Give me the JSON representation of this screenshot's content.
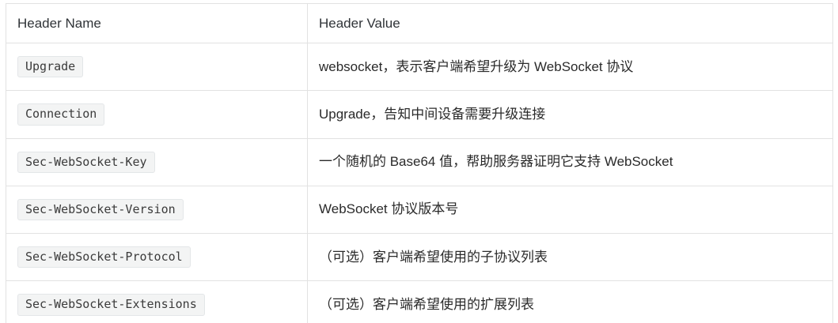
{
  "table": {
    "columns": [
      {
        "label": "Header Name"
      },
      {
        "label": "Header Value"
      }
    ],
    "rows": [
      {
        "name": "Upgrade",
        "value": "websocket，表示客户端希望升级为 WebSocket 协议"
      },
      {
        "name": "Connection",
        "value": "Upgrade，告知中间设备需要升级连接"
      },
      {
        "name": "Sec-WebSocket-Key",
        "value": "一个随机的 Base64 值，帮助服务器证明它支持 WebSocket"
      },
      {
        "name": "Sec-WebSocket-Version",
        "value": "WebSocket 协议版本号"
      },
      {
        "name": "Sec-WebSocket-Protocol",
        "value": "（可选）客户端希望使用的子协议列表"
      },
      {
        "name": "Sec-WebSocket-Extensions",
        "value": "（可选）客户端希望使用的扩展列表"
      }
    ]
  },
  "colors": {
    "border": "#e2e2e2",
    "badge_background": "#f3f4f4",
    "badge_border": "#e3e6e8",
    "text": "#333333"
  }
}
